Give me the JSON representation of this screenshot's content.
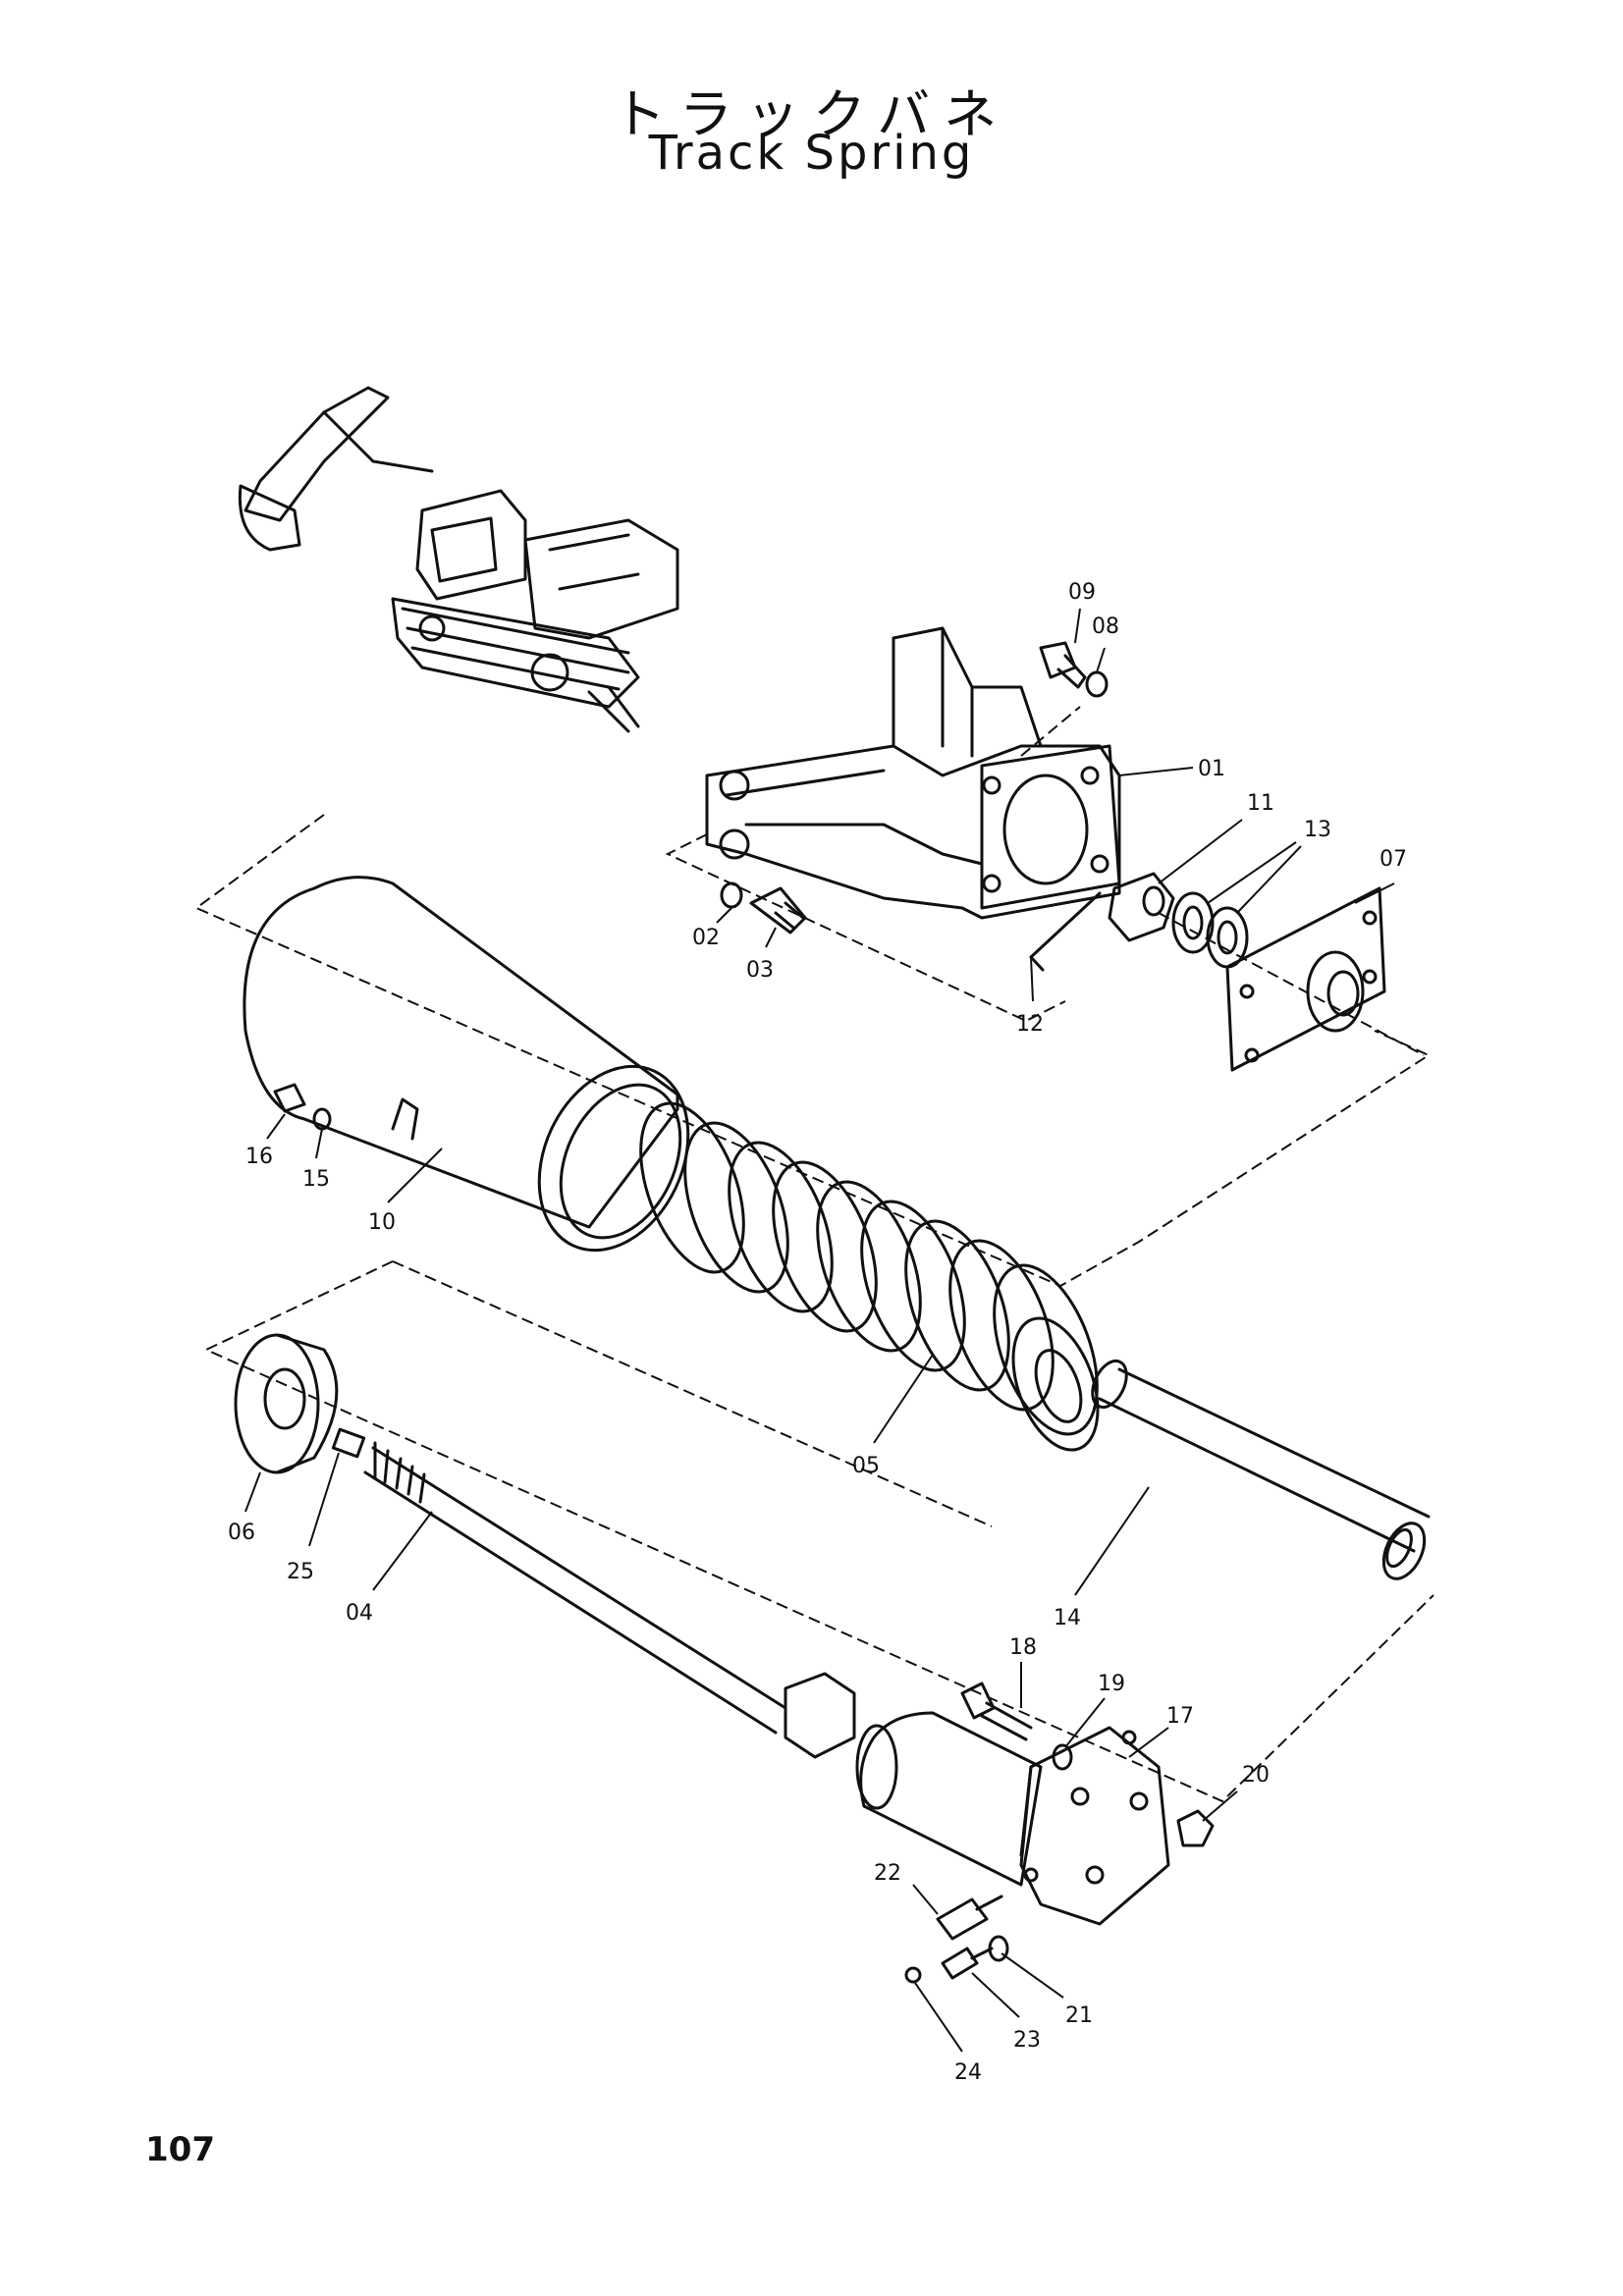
{
  "title": {
    "jp": "トラックバネ",
    "en": "Track Spring"
  },
  "page_number": "107",
  "colors": {
    "ink": "#111111",
    "paper": "#ffffff"
  },
  "callouts": {
    "c01": "01",
    "c02": "02",
    "c03": "03",
    "c04": "04",
    "c05": "05",
    "c06": "06",
    "c07": "07",
    "c08": "08",
    "c09": "09",
    "c10": "10",
    "c11": "11",
    "c12": "12",
    "c13": "13",
    "c14": "14",
    "c15": "15",
    "c16": "16",
    "c17": "17",
    "c18": "18",
    "c19": "19",
    "c20": "20",
    "c21": "21",
    "c22": "22",
    "c23": "23",
    "c24": "24",
    "c25": "25"
  }
}
